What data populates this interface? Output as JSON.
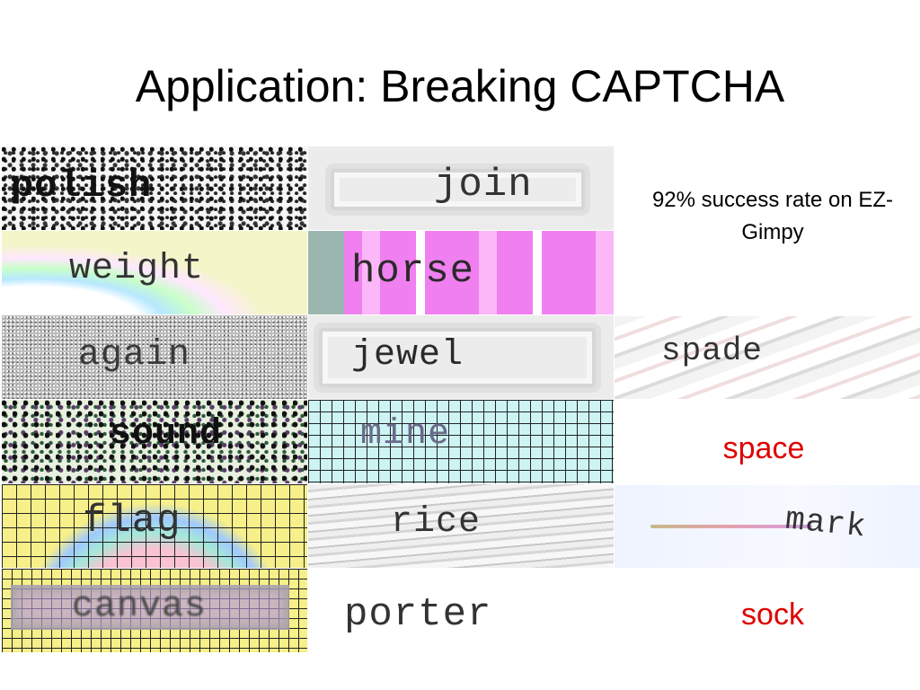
{
  "slide": {
    "title": "Application: Breaking CAPTCHA",
    "stat": "92% success rate on EZ-Gimpy",
    "answers": [
      "space",
      "sock"
    ]
  },
  "captchas": [
    {
      "word": "polish"
    },
    {
      "word": "join"
    },
    {
      "word": "weight"
    },
    {
      "word": "horse"
    },
    {
      "word": "again"
    },
    {
      "word": "jewel"
    },
    {
      "word": "spade"
    },
    {
      "word": "sound"
    },
    {
      "word": "mine"
    },
    {
      "word": "flag"
    },
    {
      "word": "rice"
    },
    {
      "word": "mark"
    },
    {
      "word": "canvas"
    },
    {
      "word": "porter"
    }
  ],
  "colors": {
    "title": "#000000",
    "answer": "#e00000"
  }
}
